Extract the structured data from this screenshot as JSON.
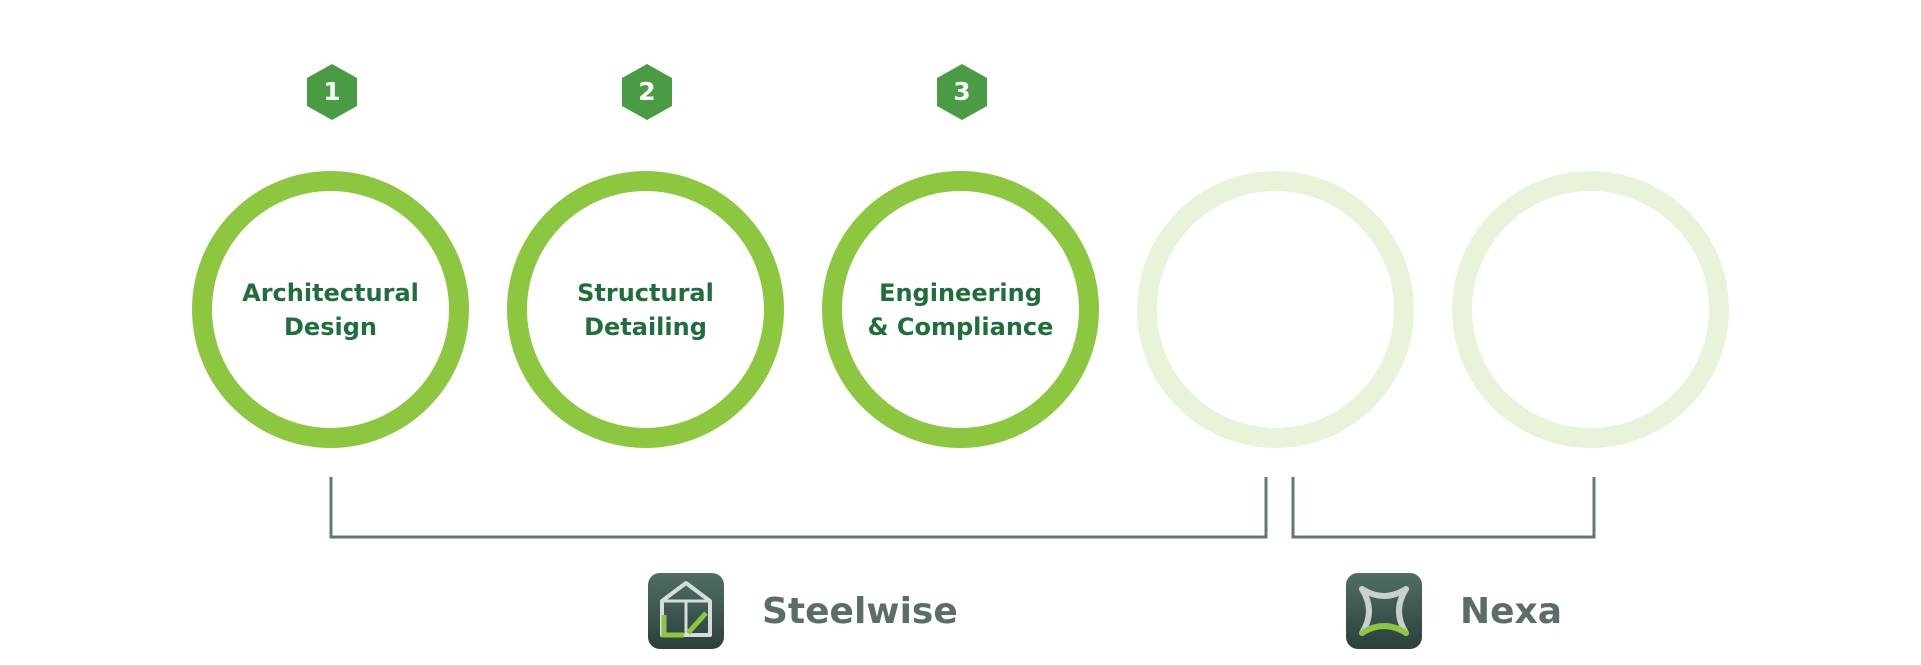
{
  "steps": [
    {
      "number": "1",
      "label": "Architectural\nDesign",
      "active": true
    },
    {
      "number": "2",
      "label": "Structural\nDetailing",
      "active": true
    },
    {
      "number": "3",
      "label": "Engineering\n& Compliance",
      "active": true
    },
    {
      "number": "",
      "label": "",
      "active": false
    },
    {
      "number": "",
      "label": "",
      "active": false
    }
  ],
  "products": [
    {
      "name": "Steelwise",
      "icon": "steelwise-logo-icon"
    },
    {
      "name": "Nexa",
      "icon": "nexa-logo-icon"
    }
  ],
  "colors": {
    "active_ring": "#8dc63f",
    "inactive_ring": "#e8f3da",
    "badge": "#4a9c44",
    "label": "#1f6e3b",
    "bracket": "#5f7a74",
    "product_text": "#5b6d6b"
  }
}
